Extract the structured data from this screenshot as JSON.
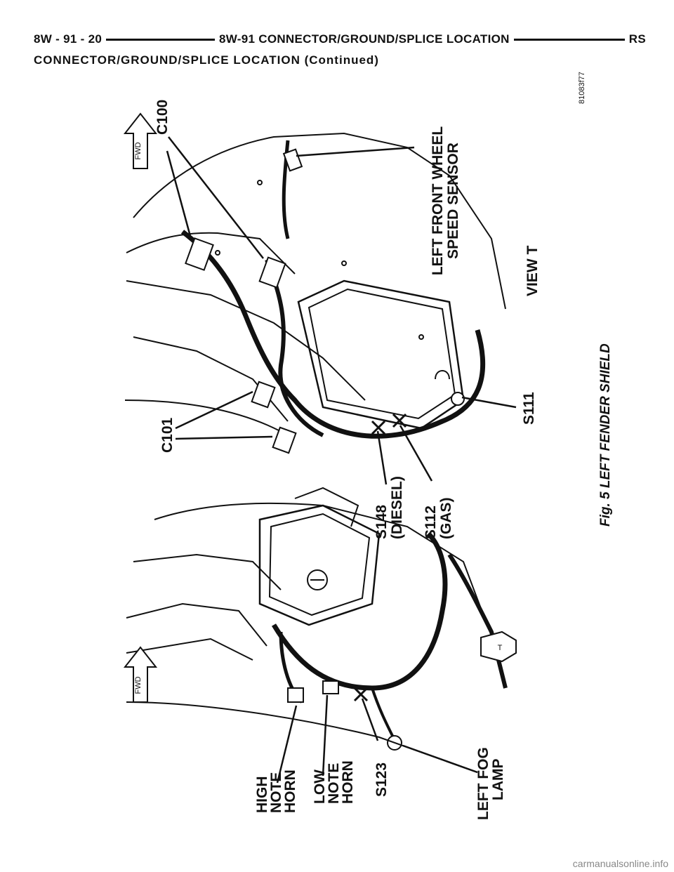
{
  "header": {
    "left": "8W - 91 - 20",
    "center": "8W-91 CONNECTOR/GROUND/SPLICE LOCATION",
    "right": "RS"
  },
  "subtitle": "CONNECTOR/GROUND/SPLICE LOCATION (Continued)",
  "figure": {
    "code": "81083f77",
    "caption": "Fig. 5 LEFT FENDER SHIELD",
    "view_label": "VIEW T",
    "fwd_label": "FWD",
    "view_marker": "T",
    "callouts": {
      "c100": "C100",
      "c101": "C101",
      "wheel_speed_1": "LEFT FRONT WHEEL",
      "wheel_speed_2": "SPEED SENSOR",
      "s111": "S111",
      "s112_1": "S112",
      "s112_2": "(GAS)",
      "s148_1": "S148",
      "s148_2": "(DIESEL)",
      "high_horn_1": "HIGH",
      "high_horn_2": "NOTE",
      "high_horn_3": "HORN",
      "low_horn_1": "LOW",
      "low_horn_2": "NOTE",
      "low_horn_3": "HORN",
      "s123": "S123",
      "fog_1": "LEFT FOG",
      "fog_2": "LAMP"
    }
  },
  "footer": "carmanualsonline.info"
}
